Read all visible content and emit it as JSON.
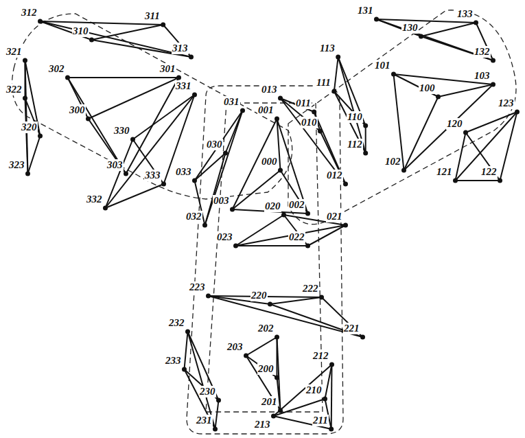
{
  "diagram": {
    "labels": [
      "312",
      "310",
      "311",
      "313",
      "321",
      "301",
      "302",
      "322",
      "300",
      "331",
      "320",
      "330",
      "323",
      "303",
      "333",
      "332",
      "131",
      "130",
      "133",
      "132",
      "113",
      "101",
      "103",
      "111",
      "100",
      "123",
      "110",
      "120",
      "112",
      "102",
      "121",
      "122",
      "013",
      "031",
      "011",
      "001",
      "010",
      "030",
      "033",
      "000",
      "012",
      "003",
      "002",
      "020",
      "032",
      "021",
      "023",
      "022",
      "223",
      "220",
      "222",
      "232",
      "202",
      "221",
      "203",
      "233",
      "200",
      "212",
      "230",
      "210",
      "201",
      "231",
      "213",
      "211"
    ]
  }
}
